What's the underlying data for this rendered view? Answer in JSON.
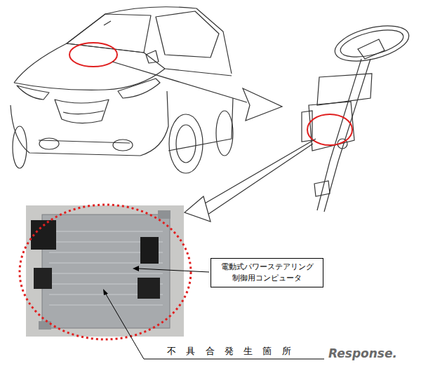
{
  "diagram": {
    "nodes": [
      {
        "text": [
          "電動式パワーステアリング 制御用コンピュータ"
        ]
      }
    ],
    "labels": [
      "不具合発生箇所",
      "Response."
    ]
  }
}
